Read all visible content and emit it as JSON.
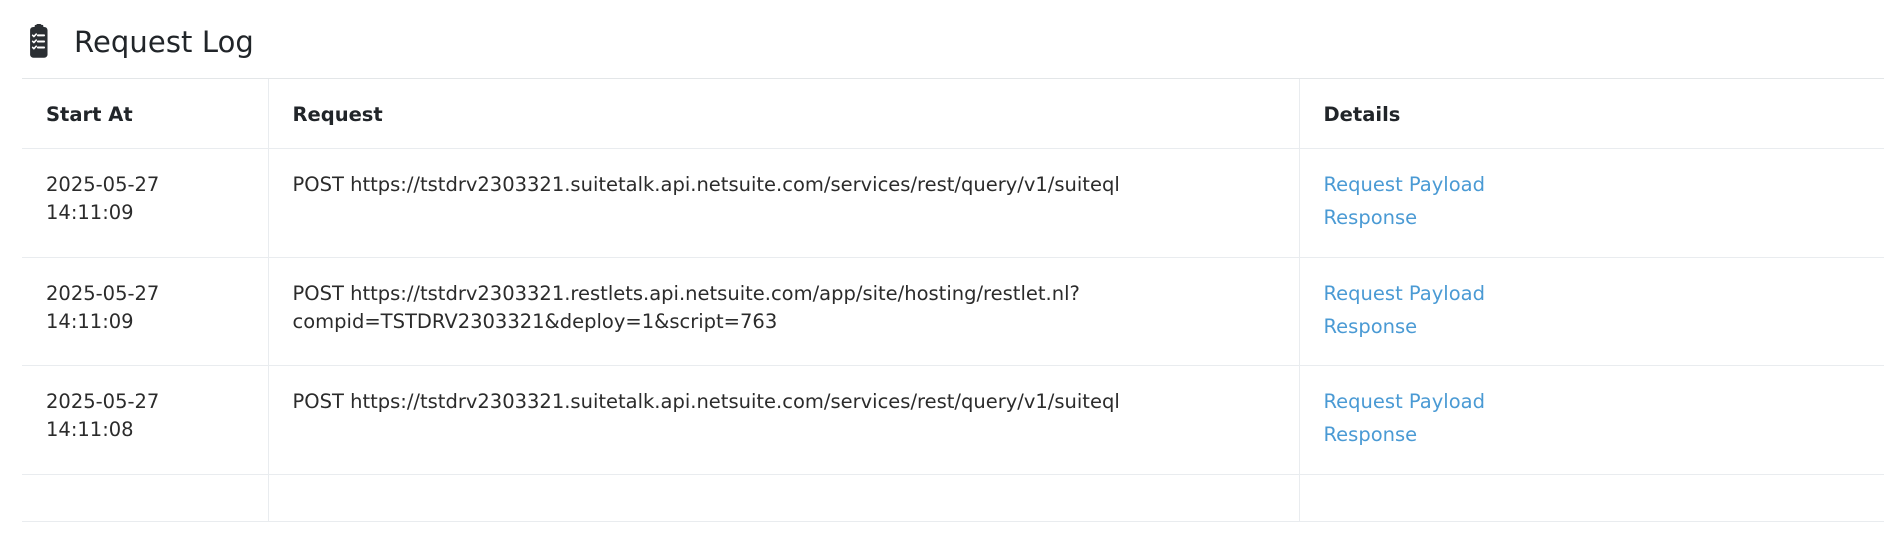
{
  "header": {
    "title": "Request Log",
    "icon": "clipboard-list-icon"
  },
  "table": {
    "columns": [
      "Start At",
      "Request",
      "Details"
    ],
    "link_color": "#4a9ad4",
    "rows": [
      {
        "start_at": "2025-05-27\n14:11:09",
        "request": "POST https://tstdrv2303321.suitetalk.api.netsuite.com/services/rest/query/v1/suiteql",
        "details": [
          "Request Payload",
          "Response"
        ]
      },
      {
        "start_at": "2025-05-27\n14:11:09",
        "request": "POST https://tstdrv2303321.restlets.api.netsuite.com/app/site/hosting/restlet.nl?compid=TSTDRV2303321&deploy=1&script=763",
        "details": [
          "Request Payload",
          "Response"
        ]
      },
      {
        "start_at": "2025-05-27\n14:11:08",
        "request": "POST https://tstdrv2303321.suitetalk.api.netsuite.com/services/rest/query/v1/suiteql",
        "details": [
          "Request Payload",
          "Response"
        ]
      },
      {
        "start_at": "",
        "request": "",
        "details": []
      }
    ]
  }
}
